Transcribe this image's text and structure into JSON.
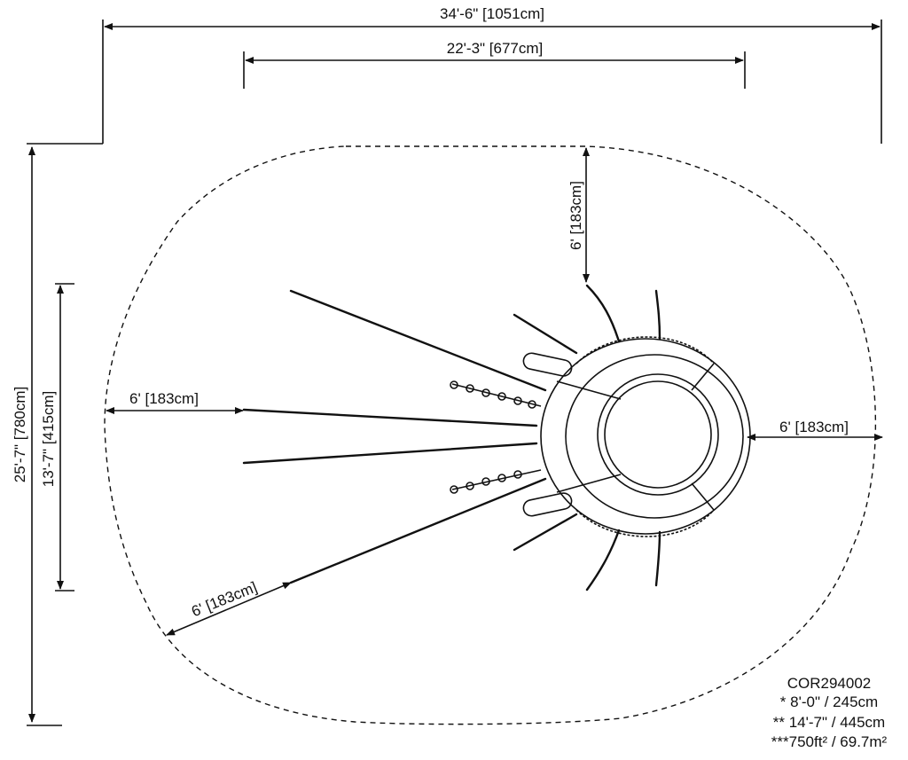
{
  "dimensions": {
    "overall_width": "34'-6\" [1051cm]",
    "equipment_width": "22'-3\" [677cm]",
    "overall_depth": "25'-7\" [780cm]",
    "equipment_depth": "13'-7\" [415cm]",
    "clearance_top": "6' [183cm]",
    "clearance_left": "6' [183cm]",
    "clearance_right": "6' [183cm]",
    "clearance_diagonal": "6' [183cm]"
  },
  "notes": {
    "model": "COR294002",
    "height_1": "* 8'-0\" / 245cm",
    "height_2": "** 14'-7\" / 445cm",
    "area": "***750ft² / 69.7m²"
  }
}
